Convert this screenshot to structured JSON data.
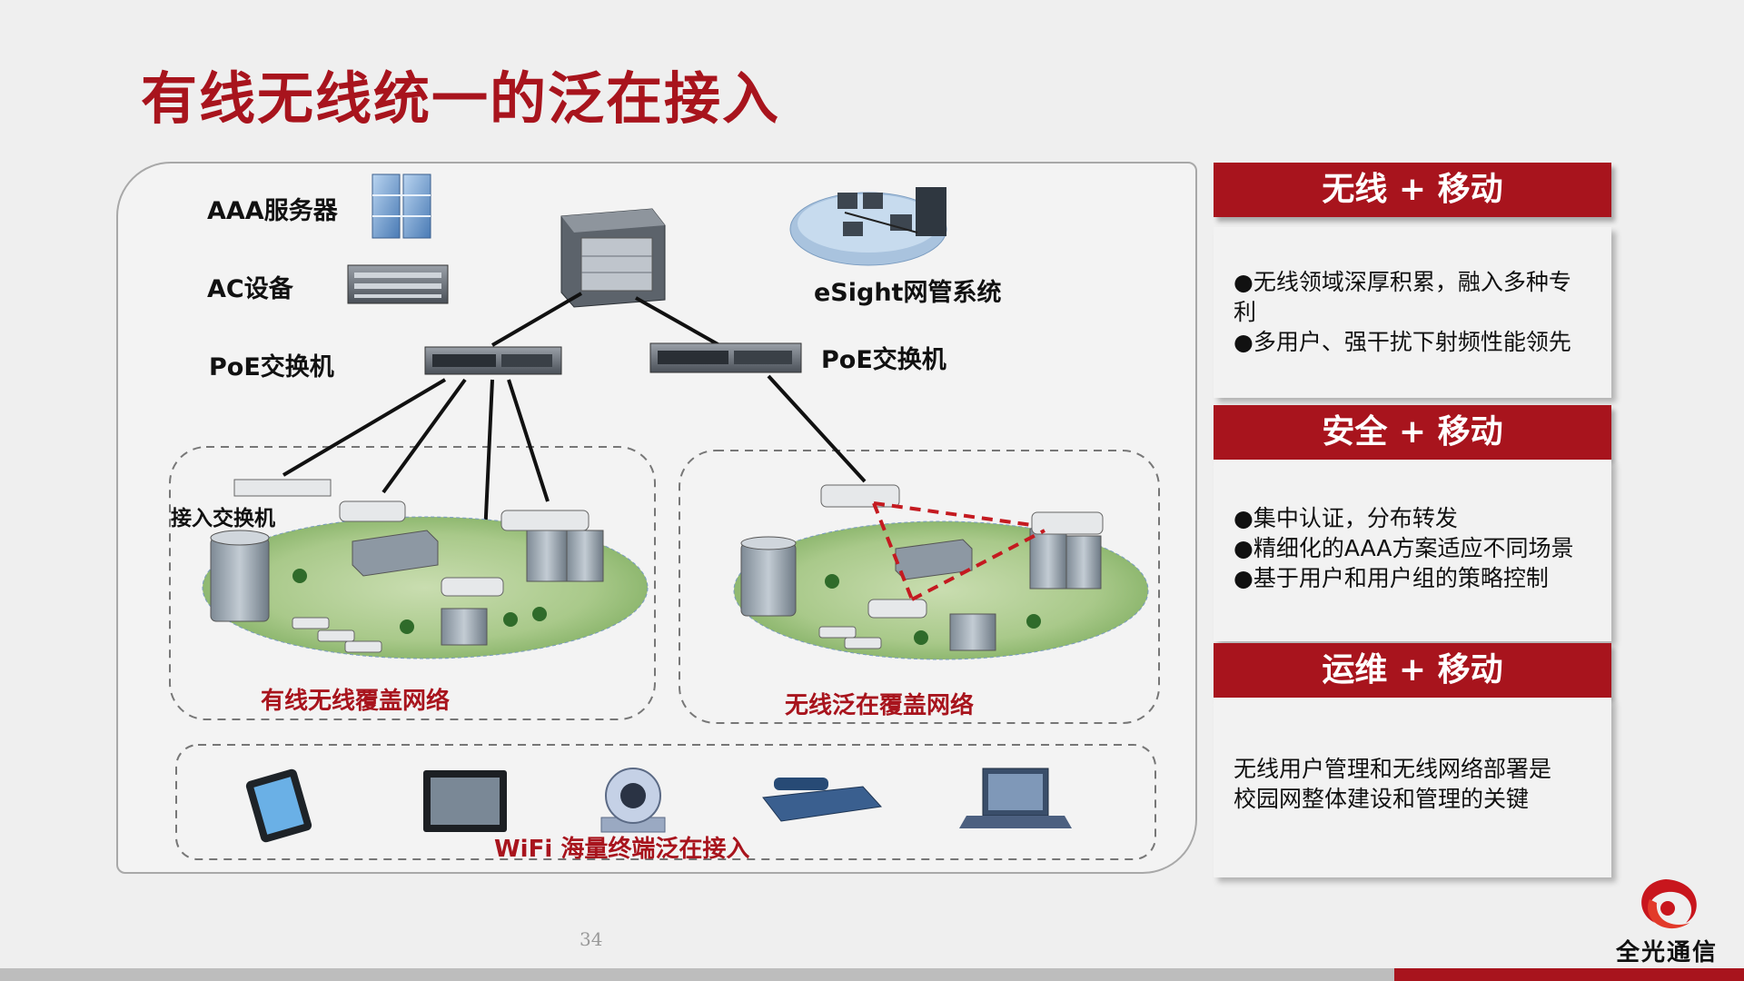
{
  "title": "有线无线统一的泛在接入",
  "labels": {
    "aaa": "AAA服务器",
    "ac": "AC设备",
    "poe_left": "PoE交换机",
    "poe_right": "PoE交换机",
    "esight": "eSight网管系统",
    "access_switch": "接入交换机",
    "wired_wireless": "有线无线覆盖网络",
    "wireless_ubiquitous": "无线泛在覆盖网络",
    "wifi_terminals": "WiFi 海量终端泛在接入"
  },
  "sections": [
    {
      "header": "无线 + 移动",
      "lines": [
        "●无线领域深厚积累，融入多种专",
        "利",
        "●多用户、强干扰下射频性能领先"
      ]
    },
    {
      "header": "安全 + 移动",
      "lines": [
        "●集中认证，分布转发",
        "●精细化的AAA方案适应不同场景",
        "●基于用户和用户组的策略控制"
      ]
    },
    {
      "header": "运维 + 移动",
      "lines": [
        "无线用户管理和无线网络部署是",
        "校园网整体建设和管理的关键"
      ]
    }
  ],
  "page_number": "34",
  "logo_text": "全光通信",
  "colors": {
    "accent": "#a8141d",
    "background": "#efefef",
    "panel_border": "#a8a8a8"
  },
  "icons": [
    "server-icon",
    "ac-device-icon",
    "core-switch-icon",
    "esight-network-icon",
    "poe-switch-icon",
    "access-point-icon",
    "building-icon",
    "tree-icon",
    "phone-icon",
    "tablet-icon",
    "camera-icon",
    "desk-phone-icon",
    "laptop-icon"
  ]
}
